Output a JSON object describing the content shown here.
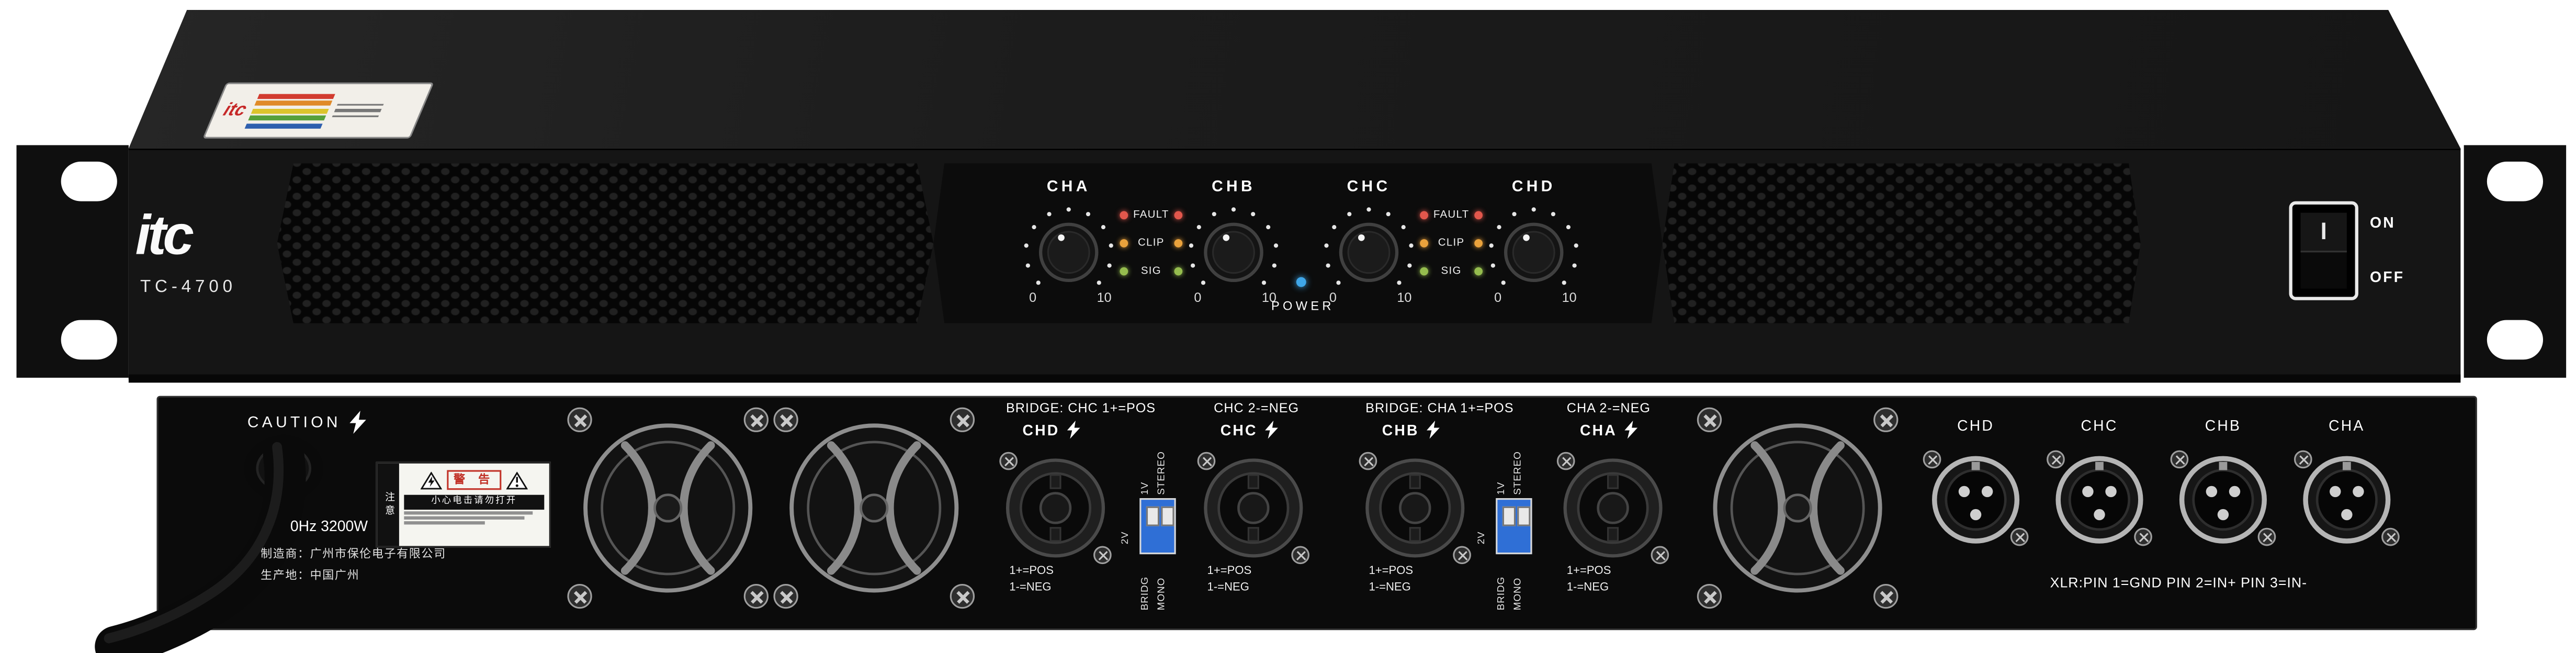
{
  "front": {
    "brand": "itc",
    "model": "TC-4700",
    "channels": [
      "CHA",
      "CHB",
      "CHC",
      "CHD"
    ],
    "knob_min": "0",
    "knob_max": "10",
    "leds": [
      "FAULT",
      "CLIP",
      "SIG"
    ],
    "power_label": "POWER",
    "switch_on": "ON",
    "switch_off": "OFF",
    "sticker_brand": "itc",
    "colors": {
      "fault_led": "#e2574c",
      "clip_led": "#eaa23c",
      "sig_led": "#95bd4e",
      "power_led": "#3fa6e8",
      "chassis": "#151515"
    }
  },
  "rear": {
    "caution": "CAUTION",
    "warning": {
      "title": "警 告",
      "side": "注意",
      "band": "小心电击请勿打开"
    },
    "rating": "0Hz 3200W",
    "maker_line1": "制造商：广州市保伦电子有限公司",
    "maker_line2": "生产地：中国广州",
    "bridge_labels": [
      "BRIDGE: CHC 1+=POS",
      "CHC 2-=NEG",
      "BRIDGE: CHA 1+=POS",
      "CHA 2-=NEG"
    ],
    "speakon_channels": [
      "CHD",
      "CHC",
      "CHB",
      "CHA"
    ],
    "speakon_pos": "1+=POS",
    "speakon_neg": "1-=NEG",
    "dip": {
      "left": "2V",
      "top1": "1V",
      "top2": "STEREO",
      "bottom1": "BRIDG",
      "bottom2": "MONO"
    },
    "xlr_channels": [
      "CHD",
      "CHC",
      "CHB",
      "CHA"
    ],
    "xlr_note": "XLR:PIN 1=GND PIN 2=IN+ PIN 3=IN-"
  }
}
